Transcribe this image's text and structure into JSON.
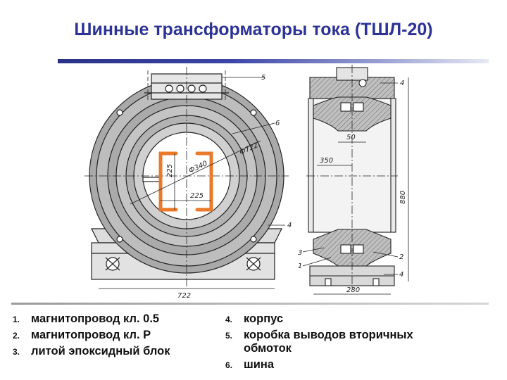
{
  "title": "Шинные трансформаторы тока (ТШЛ-20)",
  "legend_left": [
    {
      "num": "1.",
      "text": "магнитопровод кл. 0.5"
    },
    {
      "num": "2.",
      "text": "магнитопровод кл. Р"
    },
    {
      "num": "3.",
      "text": "литой эпоксидный блок"
    }
  ],
  "legend_right": [
    {
      "num": "4.",
      "text": "корпус"
    },
    {
      "num": "5.",
      "text": "коробка выводов вторичных обмоток"
    },
    {
      "num": "6.",
      "text": "шина"
    }
  ],
  "front_view": {
    "dim_outer": "Ф722",
    "dim_inner": "Ф340",
    "dim_bus_h": "225",
    "dim_bus_w": "225",
    "dim_width": "722",
    "callout_5": "5",
    "callout_6": "6",
    "callout_4": "4",
    "bus_color": "#e87a2a"
  },
  "side_view": {
    "dim_50": "50",
    "dim_350": "350",
    "dim_880": "880",
    "dim_280": "280",
    "callout_4a": "4",
    "callout_2": "2",
    "callout_3": "3",
    "callout_1": "1",
    "callout_4b": "4"
  }
}
